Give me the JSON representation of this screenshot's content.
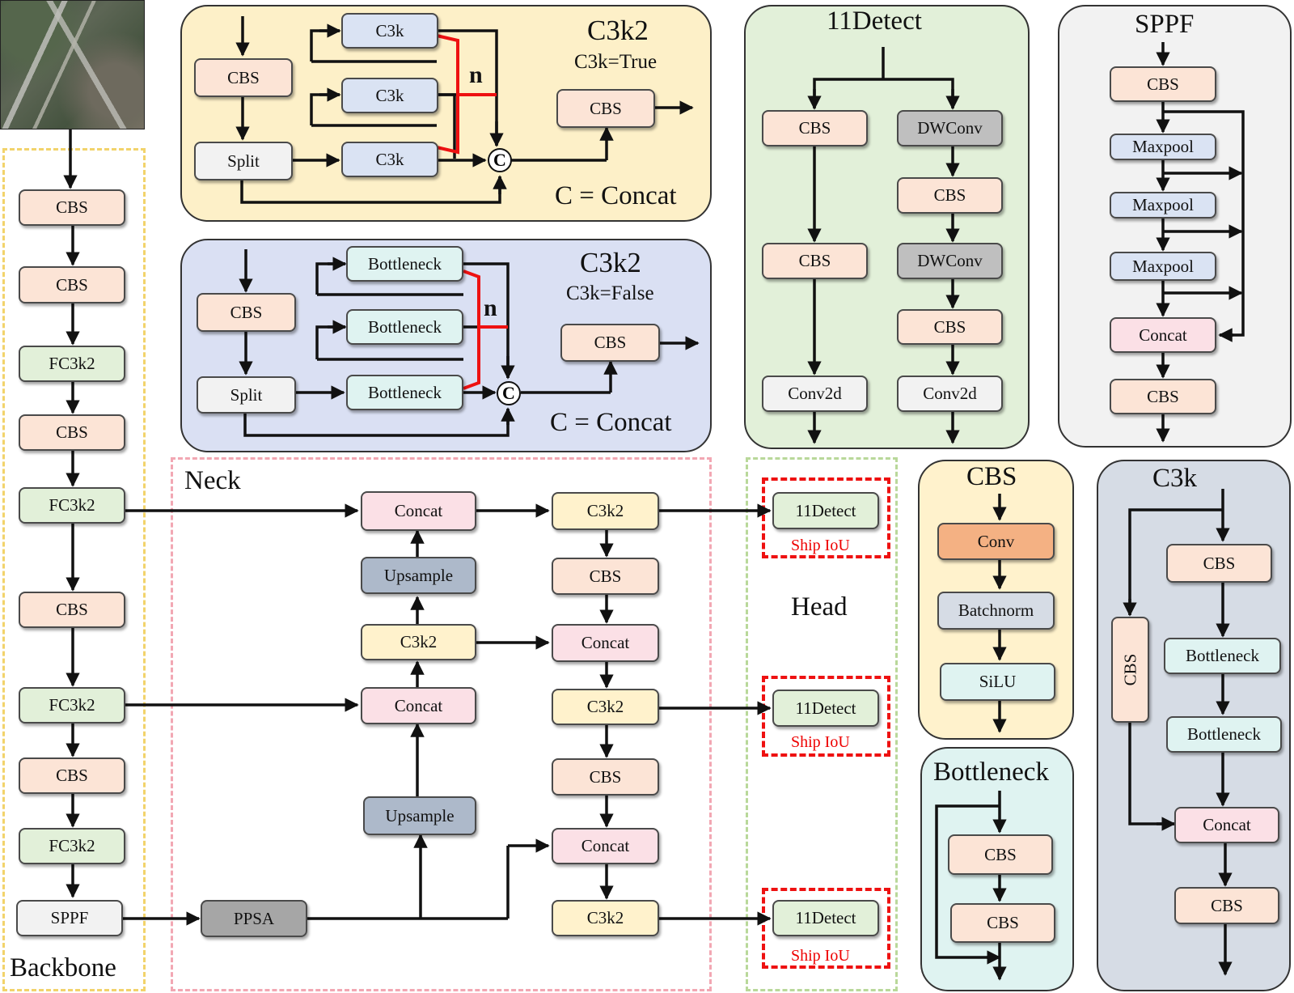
{
  "thumbnail": {
    "alt": "satellite-image-of-harbor"
  },
  "labels": {
    "c3k2_true_title": "C3k2",
    "c3k2_true_sub": "C3k=True",
    "c3k2_true_concat": "C = Concat",
    "c3k2_false_title": "C3k2",
    "c3k2_false_sub": "C3k=False",
    "c3k2_false_concat": "C = Concat",
    "n": "n",
    "c_symbol": "C",
    "detect_title": "11Detect",
    "sppf_title": "SPPF",
    "neck": "Neck",
    "head": "Head",
    "backbone": "Backbone",
    "cbs_title": "CBS",
    "bottleneck_title": "Bottleneck",
    "c3k_title": "C3k",
    "ship_iou": "Ship IoU"
  },
  "colors": {
    "cbs": "#fce4d6",
    "split": "#f2f2f2",
    "c3k": "#dae3f3",
    "bottleneck": "#dff3f1",
    "fc3k2": "#e2f0d9",
    "dwconv": "#bfbfbf",
    "concat": "#fbe0e6",
    "c3k2": "#fff2cc",
    "upsample": "#adb9ca",
    "ppsa": "#a6a6a6",
    "conv": "#f4b183",
    "batchnorm": "#d6dce5",
    "silu": "#dff3f1",
    "detect": "#e2f0d9",
    "sppf_blk": "#f2f2f2",
    "panel_c3k2_true": "#fdf0c8",
    "panel_c3k2_false": "#dae0f3",
    "panel_detect": "#e2f0d9",
    "panel_sppf": "#f2f2f2",
    "panel_cbs": "#fff2cc",
    "panel_bottleneck": "#dff3f1",
    "panel_c3k": "#d6dce5",
    "accent_red": "#ee1111"
  },
  "blocks": {
    "bb_cbs1": "CBS",
    "bb_cbs2": "CBS",
    "bb_fc1": "FC3k2",
    "bb_cbs3": "CBS",
    "bb_fc2": "FC3k2",
    "bb_cbs4": "CBS",
    "bb_fc3": "FC3k2",
    "bb_cbs5": "CBS",
    "bb_fc4": "FC3k2",
    "bb_sppf": "SPPF",
    "t_cbs": "CBS",
    "t_split": "Split",
    "t_c3k1": "C3k",
    "t_c3k2": "C3k",
    "t_c3k3": "C3k",
    "t_out": "CBS",
    "f_cbs": "CBS",
    "f_split": "Split",
    "f_bn1": "Bottleneck",
    "f_bn2": "Bottleneck",
    "f_bn3": "Bottleneck",
    "f_out": "CBS",
    "d_cbs1": "CBS",
    "d_cbs2": "CBS",
    "d_conv1": "Conv2d",
    "d_dw1": "DWConv",
    "d_cbs3": "CBS",
    "d_dw2": "DWConv",
    "d_cbs4": "CBS",
    "d_conv2": "Conv2d",
    "s_cbs1": "CBS",
    "s_mp1": "Maxpool",
    "s_mp2": "Maxpool",
    "s_mp3": "Maxpool",
    "s_concat": "Concat",
    "s_cbs2": "CBS",
    "n_concat1": "Concat",
    "n_up1": "Upsample",
    "n_c3k2a": "C3k2",
    "n_concat2": "Concat",
    "n_up2": "Upsample",
    "n_ppsa": "PPSA",
    "n2_c3k2a": "C3k2",
    "n2_cbs1": "CBS",
    "n2_concat1": "Concat",
    "n2_c3k2b": "C3k2",
    "n2_cbs2": "CBS",
    "n2_concat2": "Concat",
    "n2_c3k2c": "C3k2",
    "h_det1": "11Detect",
    "h_det2": "11Detect",
    "h_det3": "11Detect",
    "cb_conv": "Conv",
    "cb_bn": "Batchnorm",
    "cb_silu": "SiLU",
    "bt_cbs1": "CBS",
    "bt_cbs2": "CBS",
    "k_cbs_side": "CBS",
    "k_cbs1": "CBS",
    "k_bn1": "Bottleneck",
    "k_bn2": "Bottleneck",
    "k_concat": "Concat",
    "k_cbs2": "CBS"
  }
}
